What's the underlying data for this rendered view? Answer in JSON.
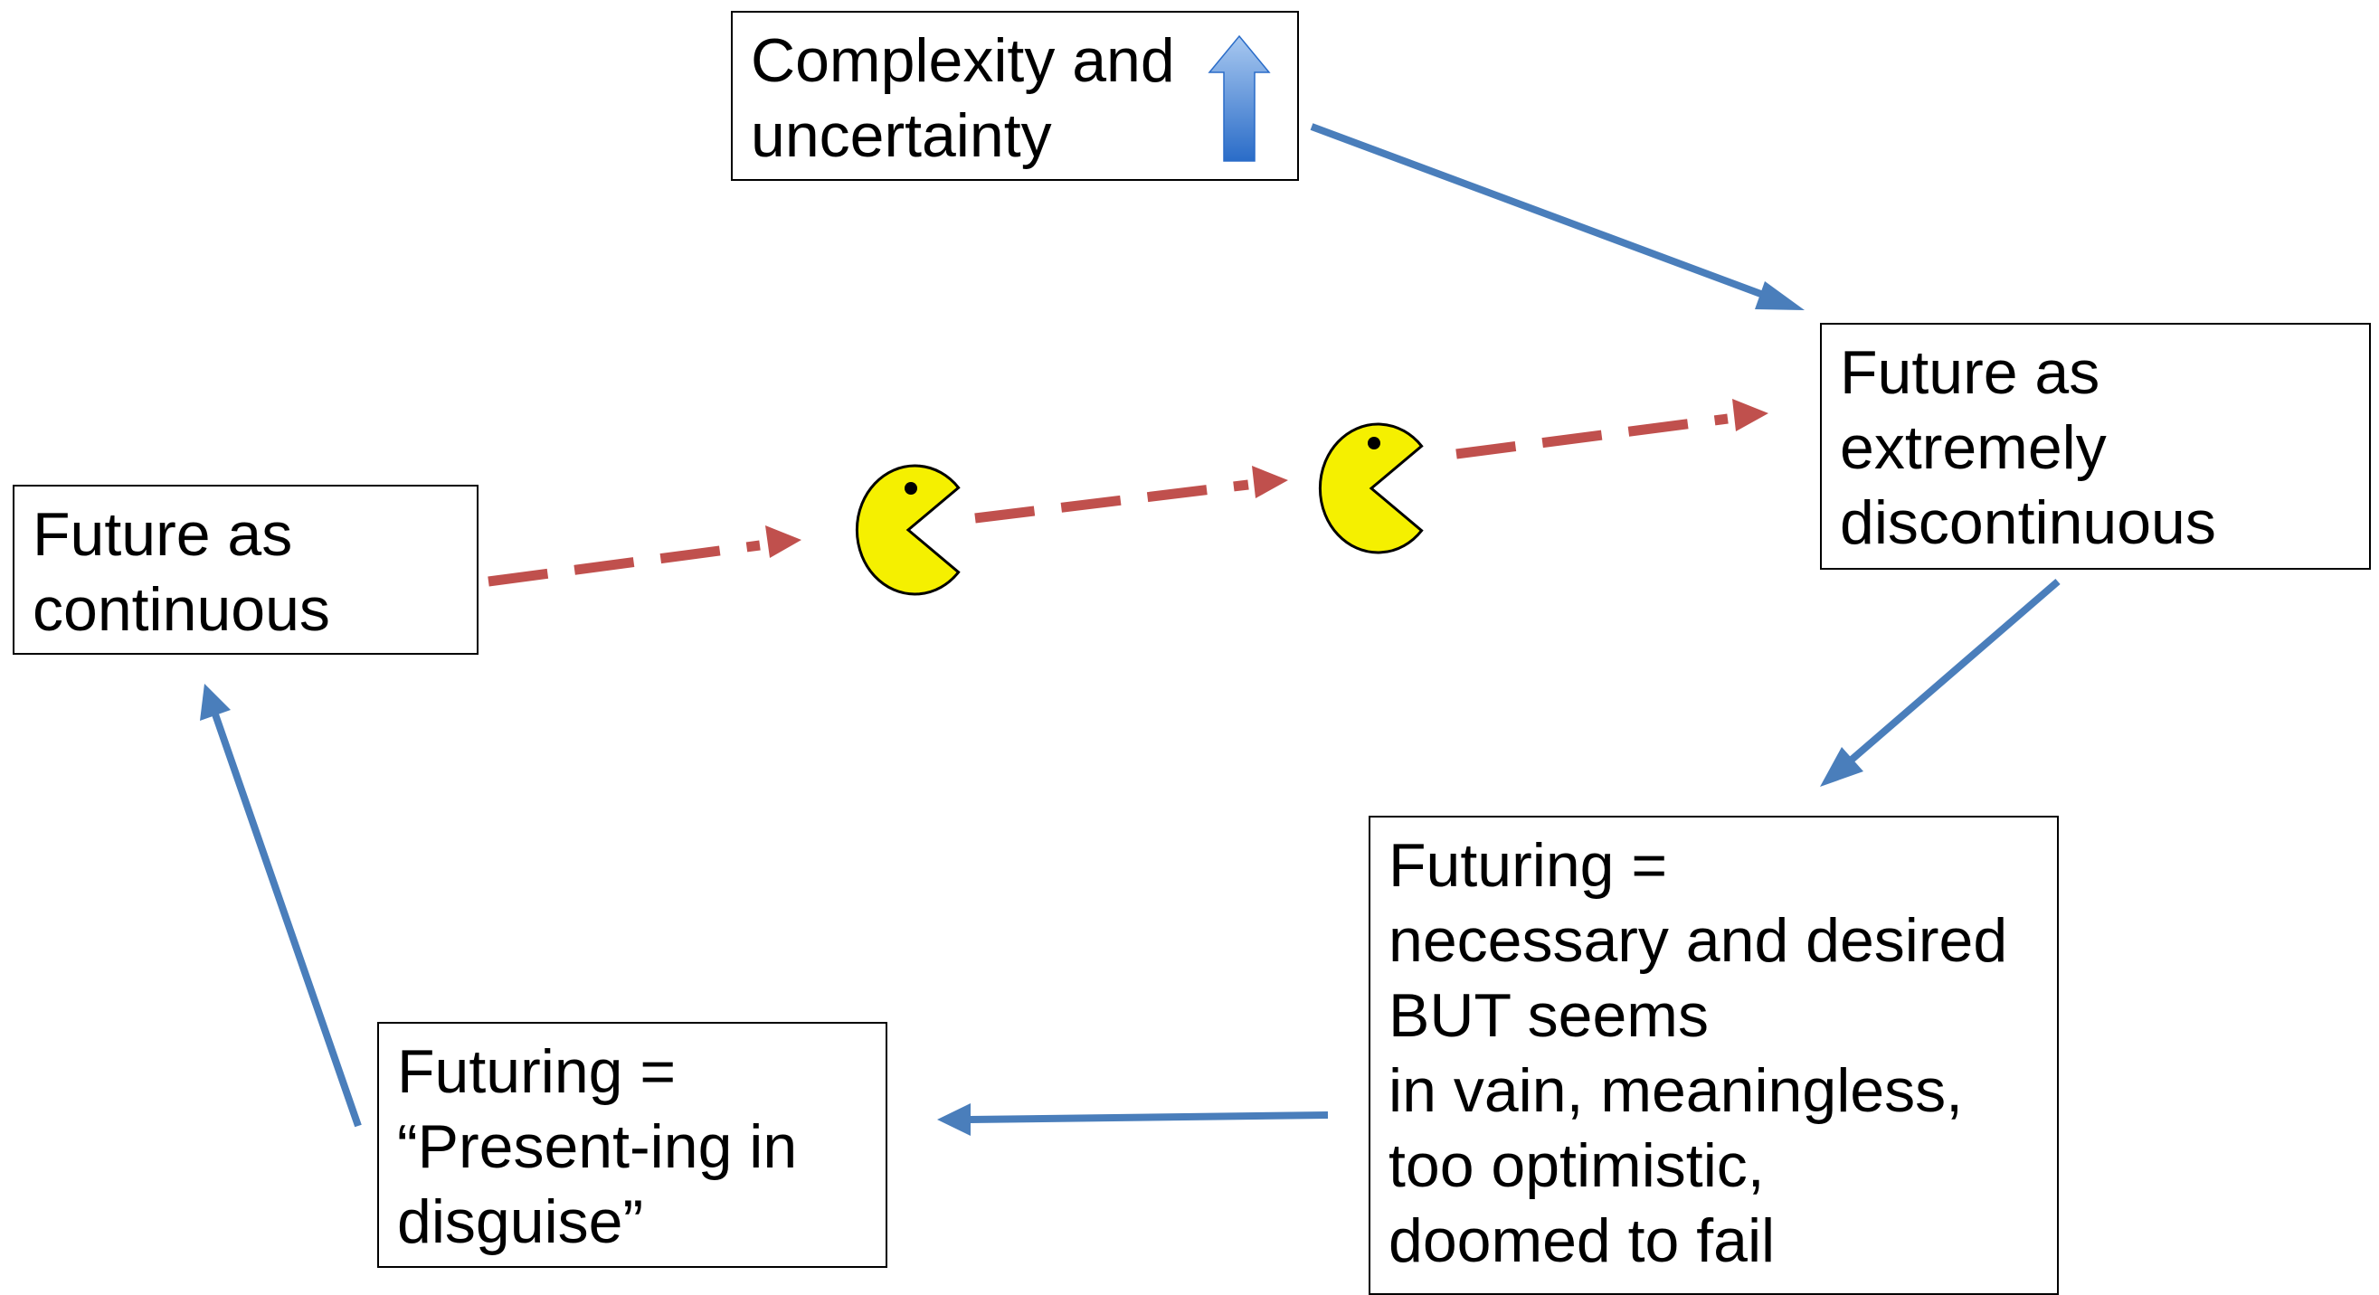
{
  "colors": {
    "flow_arrow": "#4a7ebb",
    "dashed_arrow": "#c0504d",
    "pacman_fill": "#f5f000",
    "pacman_outline": "#000000",
    "indicator_arrow_top": "#a8c8f0",
    "indicator_arrow_bottom": "#2a6cc8"
  },
  "nodes": {
    "complexity": "Complexity and\nuncertainty",
    "continuous": "Future as\ncontinuous",
    "discontinuous": "Future as\nextremely\ndiscontinuous",
    "futuring_necessary": "Futuring =\nnecessary and desired\nBUT seems\nin vain, meaningless,\ntoo optimistic,\ndoomed to fail",
    "presenting": "Futuring =\n“Present-ing in\ndisguise”"
  },
  "icons": {
    "indicator": "up-arrow-icon",
    "pacman": "pacman-icon"
  }
}
